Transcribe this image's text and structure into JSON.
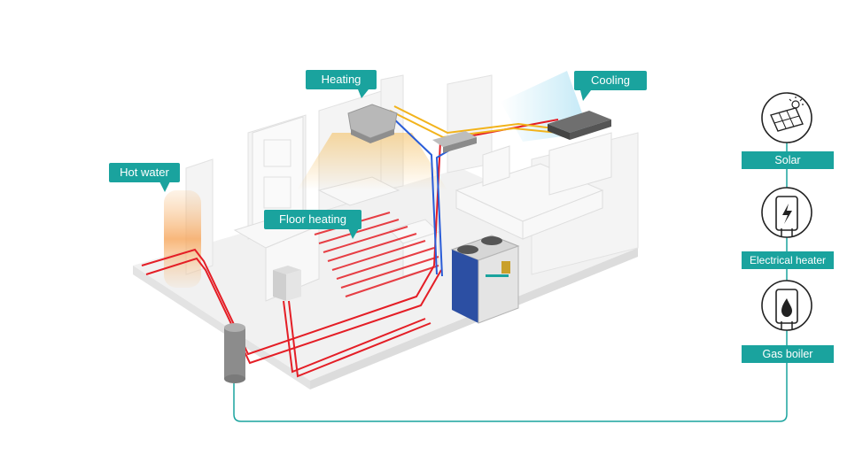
{
  "labels": {
    "heating": "Heating",
    "cooling": "Cooling",
    "hot_water": "Hot water",
    "floor_heating": "Floor heating"
  },
  "sources": {
    "solar": "Solar",
    "electrical_heater": "Electrical heater",
    "gas_boiler": "Gas boiler"
  },
  "colors": {
    "accent": "#1aa39e",
    "hot_pipe": "#e41e26",
    "cold_pipe": "#2a5dd8",
    "gas_pipe": "#f2b31b",
    "room": "#ececec"
  },
  "icons": [
    "solar-panel-icon",
    "lightning-icon",
    "flame-icon"
  ]
}
